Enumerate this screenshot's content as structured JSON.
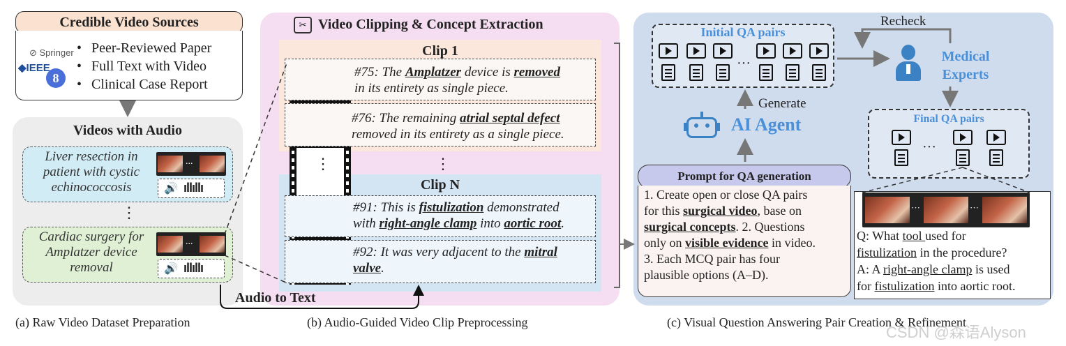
{
  "panel_a": {
    "sources_title": "Credible Video Sources",
    "sources": [
      "Peer-Reviewed Paper",
      "Full Text with Video",
      "Clinical Case Report"
    ],
    "logo_springer": "Springer",
    "logo_ieee": "IEEE",
    "logo_scholar": "8",
    "videos_title": "Videos with Audio",
    "case1": "Liver resection in patient with cystic echinococcosis",
    "case2": "Cardiac surgery for Amplatzer device removal",
    "ellipsis": "⋮",
    "caption": "(a) Raw Video Dataset Preparation"
  },
  "panel_b": {
    "title": "Video Clipping & Concept Extraction",
    "clip1_title": "Clip 1",
    "clipN_title": "Clip N",
    "s75_a": "#75: The ",
    "s75_b": "Amplatzer",
    "s75_c": " device is ",
    "s75_d": "removed",
    "s75_e": "in its entirety as single piece.",
    "s76_a": "#76: The remaining ",
    "s76_b": "atrial septal defect",
    "s76_c": "removed in its entirety as a single piece.",
    "s91_a": "#91: This is ",
    "s91_b": "fistulization",
    "s91_c": " demonstrated",
    "s91_d": "with ",
    "s91_e": "right-angle clamp",
    "s91_f": " into ",
    "s91_g": "aortic root",
    "s91_h": ".",
    "s92_a": "#92: It was very adjacent to the ",
    "s92_b": "mitral",
    "s92_c": "valve",
    "s92_d": ".",
    "dots": "⋮",
    "audio_to_text": "Audio to Text",
    "caption": "(b) Audio-Guided Video Clip Preprocessing"
  },
  "panel_c": {
    "initial_qa": "Initial QA pairs",
    "recheck": "Recheck",
    "medical_experts_1": "Medical",
    "medical_experts_2": "Experts",
    "final_qa": "Final QA pairs",
    "generate": "Generate",
    "ai_agent": "AI Agent",
    "prompt_head": "Prompt for QA generation",
    "p1": "1.  Create open or close QA pairs",
    "p2a": "for this ",
    "p2b": "surgical video",
    "p2c": ", base on",
    "p3a": "surgical concepts",
    "p3b": ". 2. Questions",
    "p4a": "only on ",
    "p4b": "visible evidence",
    "p4c": " in video.",
    "p5": "3. Each MCQ pair has four",
    "p6": "plausible options (A–D).",
    "q1a": "Q: What ",
    "q1b": "tool ",
    "q1c": "used for",
    "q2a": "fistulization",
    "q2b": " in the  procedure?",
    "a1a": "A: A ",
    "a1b": "right-angle clamp",
    "a1c": " is used",
    "a2a": "for ",
    "a2b": "fistulization",
    "a2c": " into aortic root.",
    "dots": "···",
    "caption": "(c) Visual Question Answering Pair Creation & Refinement"
  },
  "watermark": "CSDN @森语Alyson"
}
